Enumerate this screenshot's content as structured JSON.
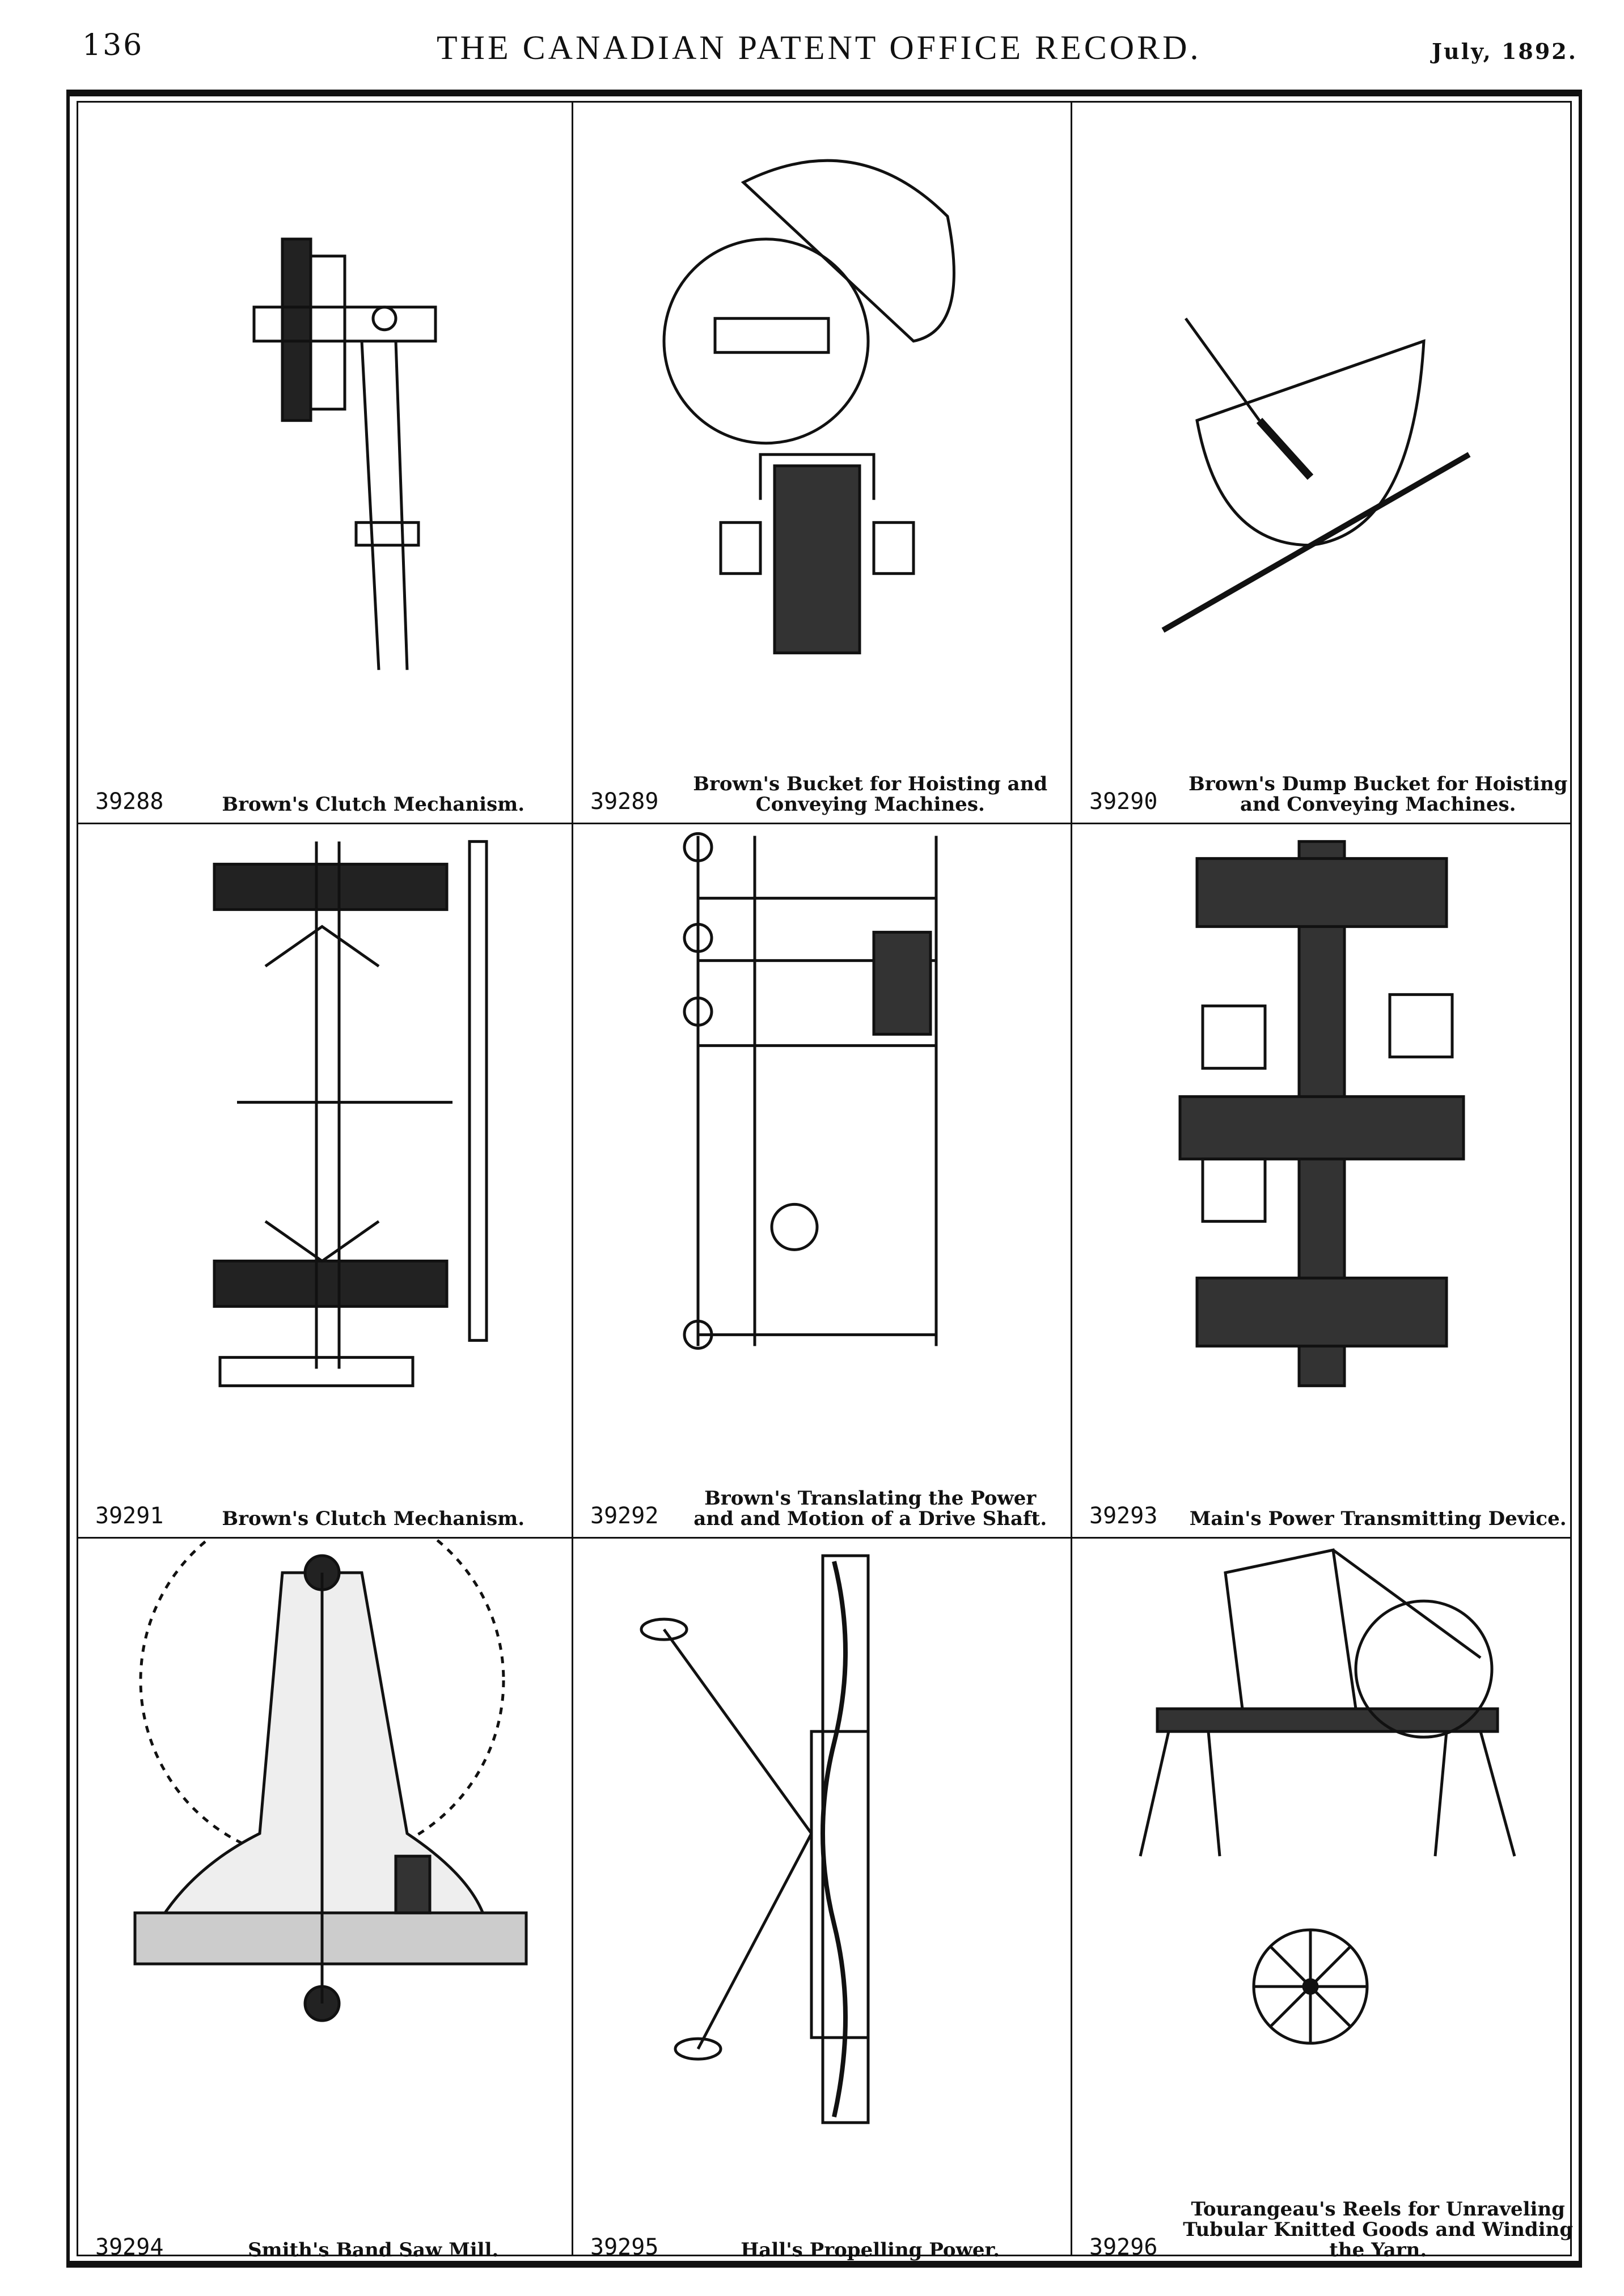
{
  "header": {
    "page_number": "136",
    "title": "THE CANADIAN PATENT OFFICE RECORD.",
    "date": "July, 1892."
  },
  "patents": [
    {
      "number": "39288",
      "title": "Brown's Clutch Mechanism."
    },
    {
      "number": "39289",
      "title": "Brown's Bucket for Hoisting and Conveying Machines."
    },
    {
      "number": "39290",
      "title": "Brown's Dump Bucket for Hoisting and Conveying Machines."
    },
    {
      "number": "39291",
      "title": "Brown's Clutch Mechanism."
    },
    {
      "number": "39292",
      "title": "Brown's Translating the Power and and Motion of a Drive Shaft."
    },
    {
      "number": "39293",
      "title": "Main's Power Transmitting Device."
    },
    {
      "number": "39294",
      "title": "Smith's Band Saw Mill."
    },
    {
      "number": "39295",
      "title": "Hall's Propelling Power."
    },
    {
      "number": "39296",
      "title": "Tourangeau's Reels for Unraveling Tubular Knitted Goods and Winding the Yarn."
    }
  ]
}
